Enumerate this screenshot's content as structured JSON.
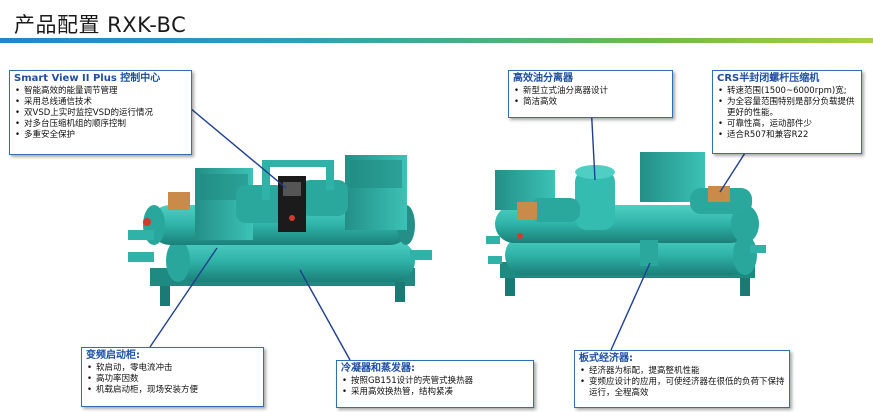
{
  "title": "产品配置 RXK-BC",
  "callouts": {
    "control": {
      "heading": "Smart View II Plus 控制中心",
      "items": [
        "智能高效的能量调节管理",
        "采用总线通信技术",
        "双VSD上实时监控VSD的运行情况",
        "对多台压缩机组的顺序控制",
        "多重安全保护"
      ]
    },
    "oil": {
      "heading": "高效油分离器",
      "items": [
        "新型立式油分离器设计",
        "简洁高效"
      ]
    },
    "compressor": {
      "heading": "CRS半封闭螺杆压缩机",
      "items": [
        "转速范围(1500~6000rpm)宽;",
        "为全容量范围特别是部分负载提供更好的性能。",
        "可靠性高，运动部件少",
        "适合R507和兼容R22"
      ]
    },
    "vfd": {
      "heading": "变频启动柜:",
      "items": [
        "软启动，零电流冲击",
        "高功率因数",
        "机载启动柜，现场安装方便"
      ]
    },
    "hx": {
      "heading": "冷凝器和蒸发器:",
      "items": [
        "按照GB151设计的壳管式换热器",
        "采用高效换热管，结构紧凑"
      ]
    },
    "plate": {
      "heading": "板式经济器:",
      "items": [
        "经济器为标配，提高整机性能",
        "变频应设计的应用，可使经济器在很低的负荷下保持运行，全程高效"
      ]
    }
  },
  "colors": {
    "accent": "#2e6fb6",
    "machine": "#2fb3a8",
    "machine_dark": "#1f8a82",
    "copper": "#c98a4a"
  }
}
